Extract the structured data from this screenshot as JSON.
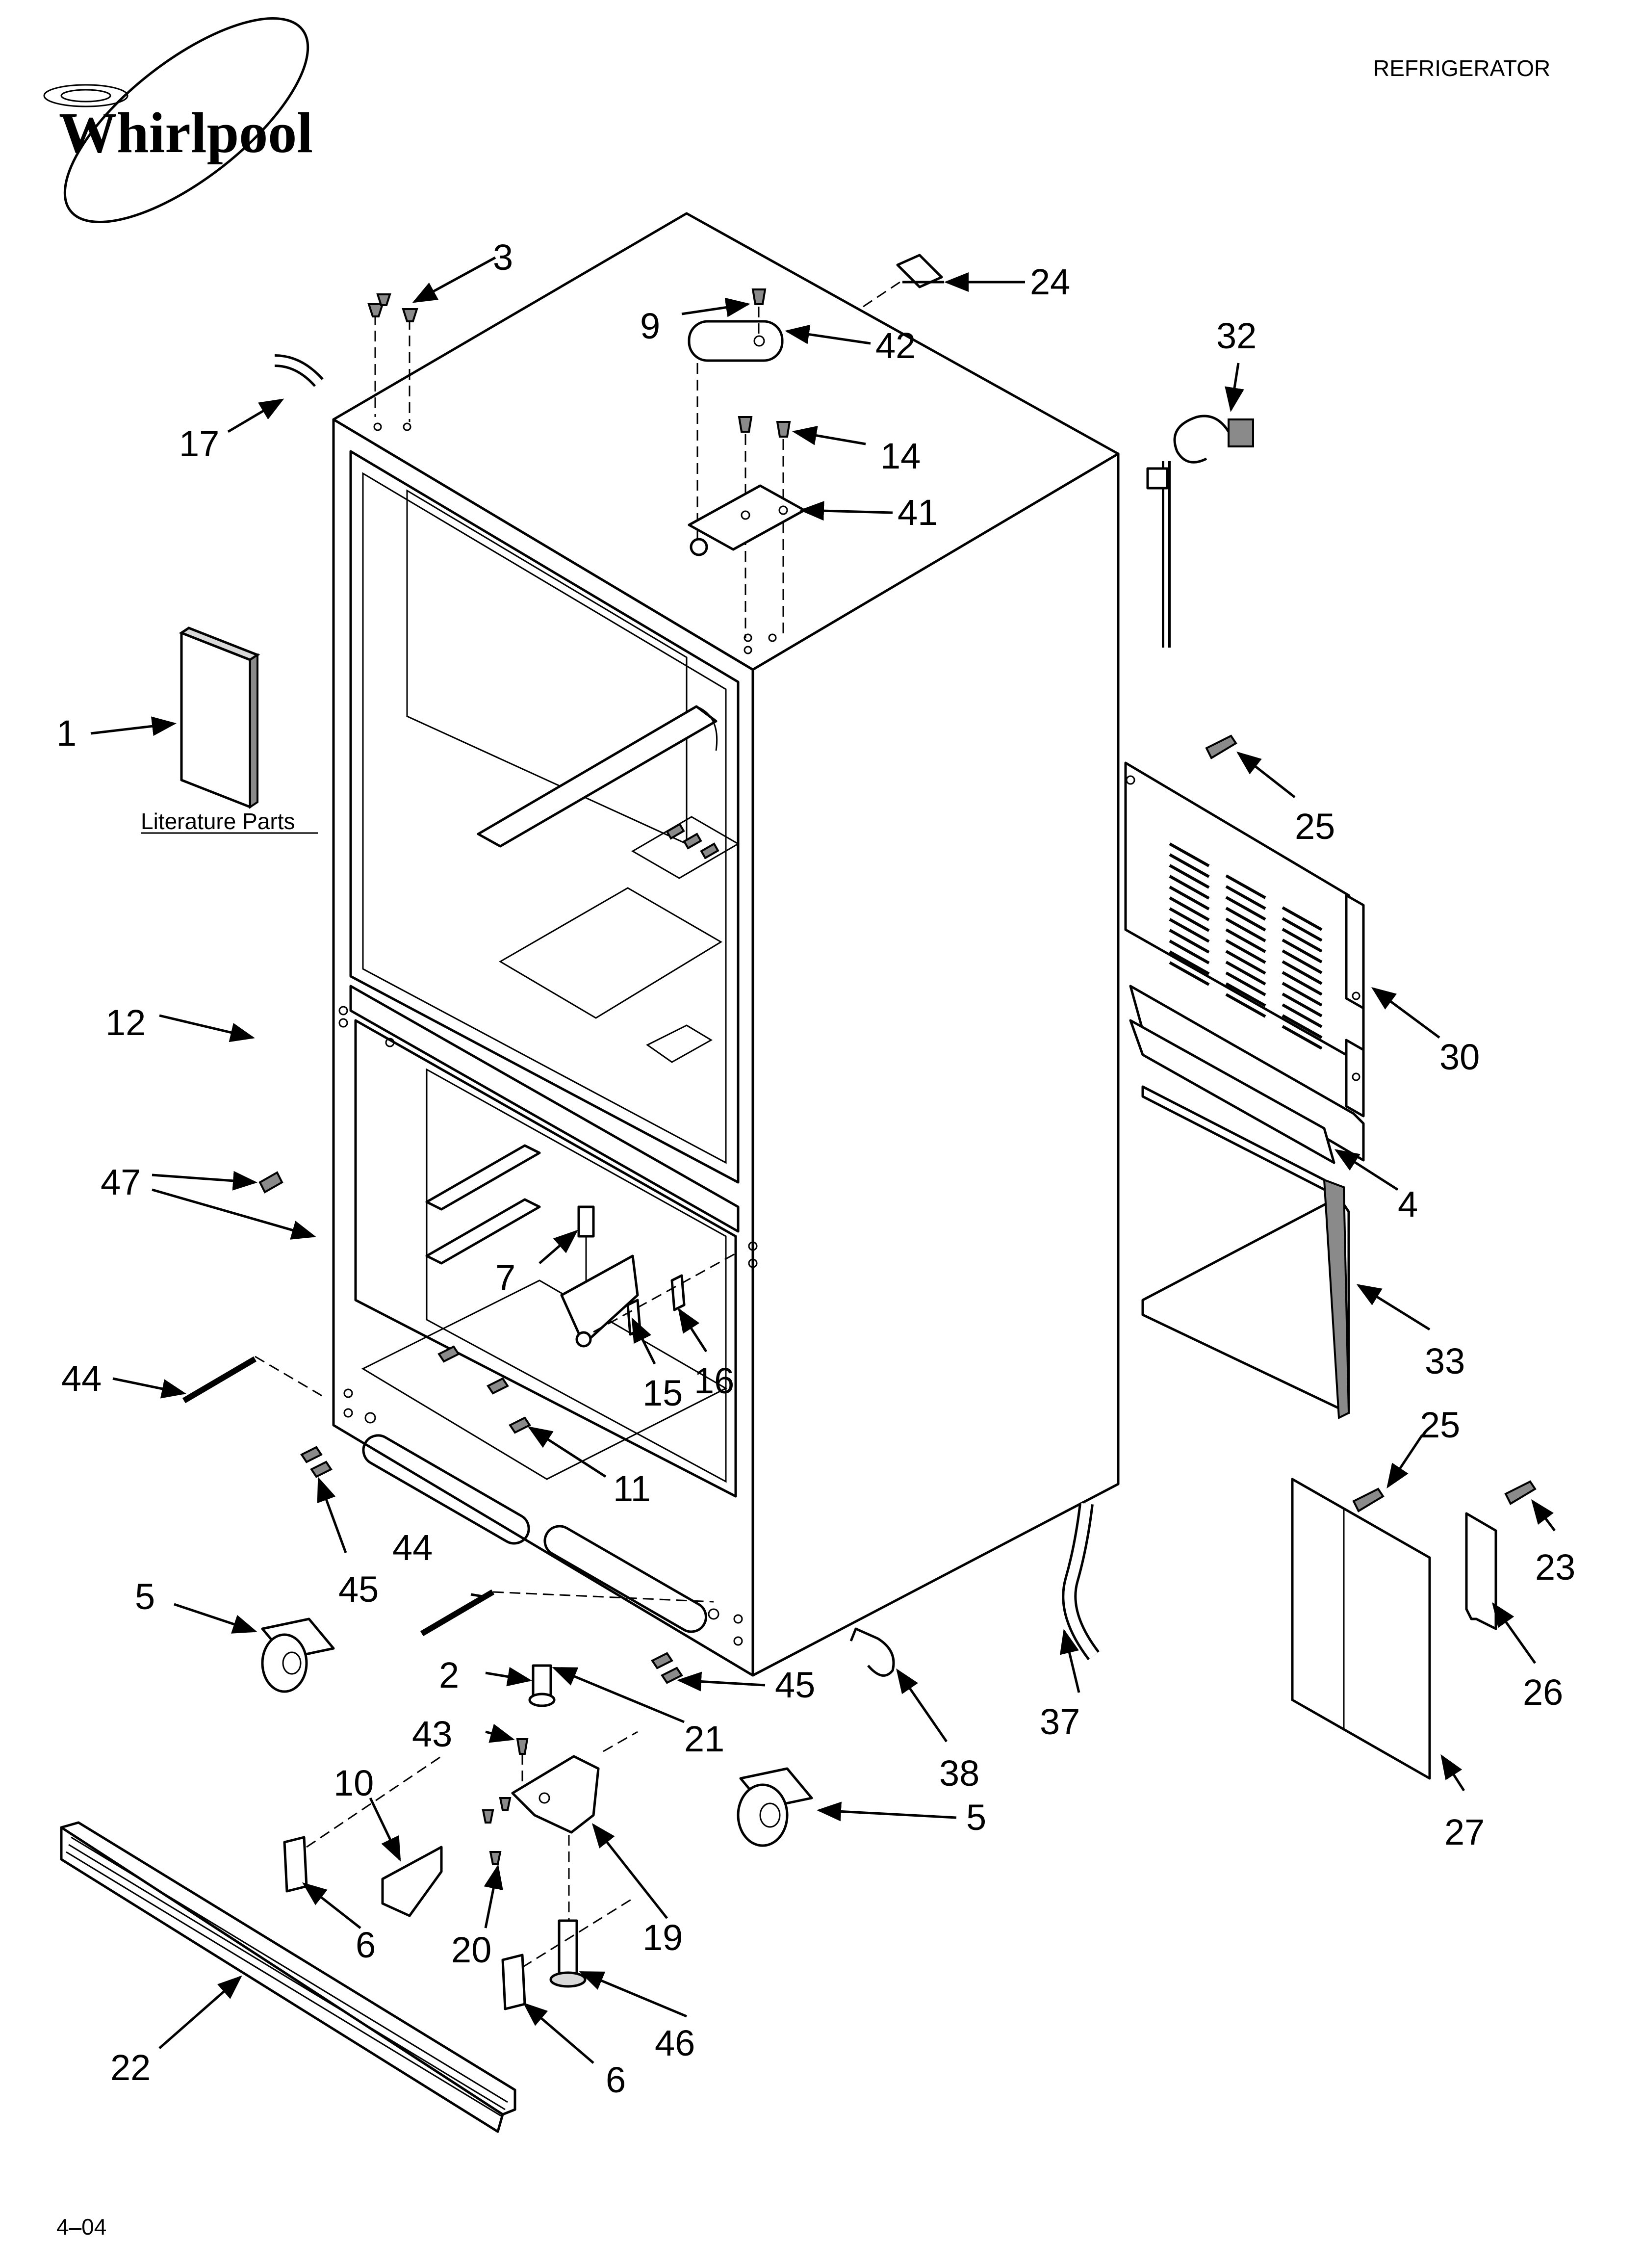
{
  "brand": {
    "logo_text": "Whirlpool"
  },
  "header": {
    "appliance": "REFRIGERATOR"
  },
  "literature_caption": "Literature Parts",
  "footer": {
    "code": "4–04"
  },
  "callouts": [
    {
      "key": "p1",
      "number": "1"
    },
    {
      "key": "p2",
      "number": "2"
    },
    {
      "key": "p3",
      "number": "3"
    },
    {
      "key": "p4",
      "number": "4"
    },
    {
      "key": "p5a",
      "number": "5"
    },
    {
      "key": "p5b",
      "number": "5"
    },
    {
      "key": "p6a",
      "number": "6"
    },
    {
      "key": "p6b",
      "number": "6"
    },
    {
      "key": "p7",
      "number": "7"
    },
    {
      "key": "p9",
      "number": "9"
    },
    {
      "key": "p10",
      "number": "10"
    },
    {
      "key": "p11",
      "number": "11"
    },
    {
      "key": "p12",
      "number": "12"
    },
    {
      "key": "p14",
      "number": "14"
    },
    {
      "key": "p15",
      "number": "15"
    },
    {
      "key": "p16",
      "number": "16"
    },
    {
      "key": "p17",
      "number": "17"
    },
    {
      "key": "p19",
      "number": "19"
    },
    {
      "key": "p20",
      "number": "20"
    },
    {
      "key": "p21",
      "number": "21"
    },
    {
      "key": "p22",
      "number": "22"
    },
    {
      "key": "p23",
      "number": "23"
    },
    {
      "key": "p24",
      "number": "24"
    },
    {
      "key": "p25a",
      "number": "25"
    },
    {
      "key": "p25b",
      "number": "25"
    },
    {
      "key": "p26",
      "number": "26"
    },
    {
      "key": "p27",
      "number": "27"
    },
    {
      "key": "p30",
      "number": "30"
    },
    {
      "key": "p32",
      "number": "32"
    },
    {
      "key": "p33",
      "number": "33"
    },
    {
      "key": "p37",
      "number": "37"
    },
    {
      "key": "p38",
      "number": "38"
    },
    {
      "key": "p41",
      "number": "41"
    },
    {
      "key": "p42",
      "number": "42"
    },
    {
      "key": "p43",
      "number": "43"
    },
    {
      "key": "p44a",
      "number": "44"
    },
    {
      "key": "p44b",
      "number": "44"
    },
    {
      "key": "p45a",
      "number": "45"
    },
    {
      "key": "p45b",
      "number": "45"
    },
    {
      "key": "p46",
      "number": "46"
    },
    {
      "key": "p47",
      "number": "47"
    }
  ]
}
